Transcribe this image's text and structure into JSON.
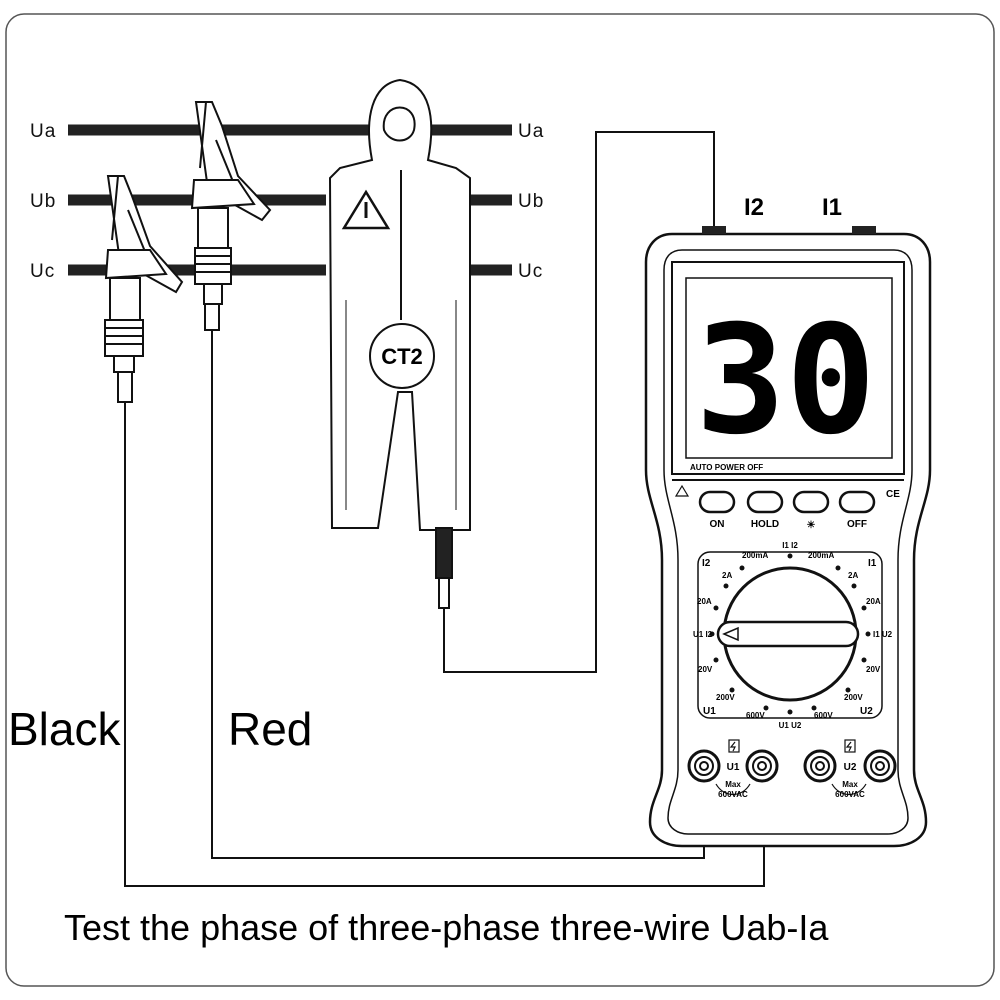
{
  "diagram": {
    "phase_labels_left": [
      "Ua",
      "Ub",
      "Uc"
    ],
    "phase_labels_right": [
      "Ua",
      "Ub",
      "Uc"
    ],
    "probe_black": "Black",
    "probe_red": "Red",
    "clamp_label": "CT2",
    "caption": "Test the phase of three-phase three-wire Uab-Ia"
  },
  "meter": {
    "port_i2": "I2",
    "port_i1": "I1",
    "display_value": "30",
    "auto_power_off": "AUTO POWER OFF",
    "ce_mark": "CE",
    "buttons": [
      "ON",
      "HOLD",
      "☀",
      "OFF"
    ],
    "dial": {
      "top": "I1 I2",
      "left_top": "I2",
      "right_top": "I1",
      "left_ranges": [
        "200mA",
        "2A",
        "20A"
      ],
      "right_ranges": [
        "200mA",
        "2A",
        "20A"
      ],
      "left_mid": "U1 I2",
      "right_mid": "I1 U2",
      "left_v": [
        "20V",
        "200V",
        "600V"
      ],
      "right_v": [
        "20V",
        "200V",
        "600V"
      ],
      "bottom_left": "U1",
      "bottom_right": "U2",
      "bottom_mid": "U1 U2"
    },
    "inputs": [
      {
        "label": "U1",
        "max": "Max",
        "rating": "600VAC"
      },
      {
        "label": "U2",
        "max": "Max",
        "rating": "600VAC"
      }
    ]
  }
}
